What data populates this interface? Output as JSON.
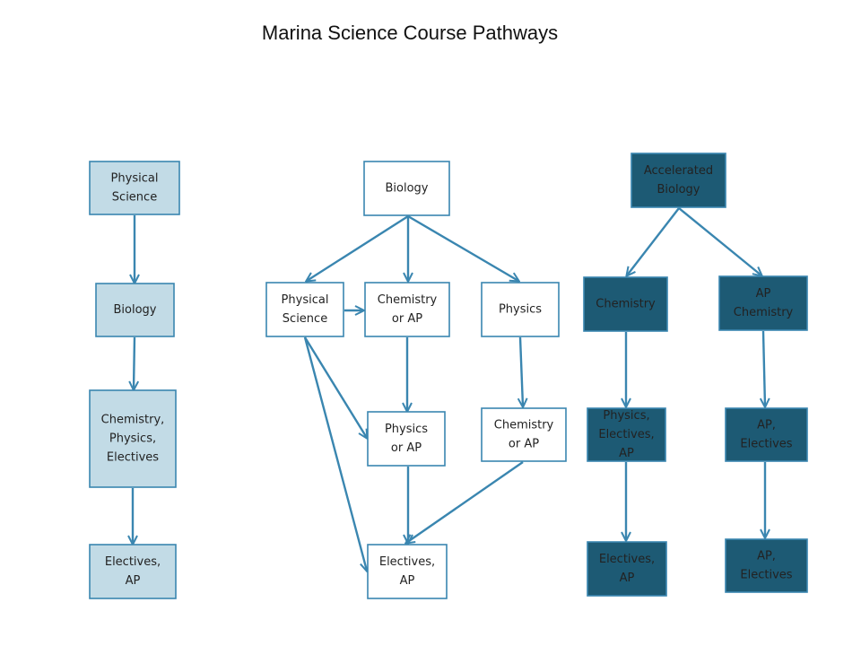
{
  "title": "Marina Science Course Pathways",
  "colors": {
    "arrow": "#3a86b0",
    "light_fill": "#c2dbe6",
    "light_stroke": "#3a86b0",
    "white_fill": "#ffffff",
    "white_stroke": "#3a86b0",
    "dark_fill": "#1d5a74",
    "dark_stroke": "#3a86b0",
    "dark_text": "#222222",
    "light_text": "#222222"
  },
  "pathways": [
    {
      "name": "",
      "nodes": [
        {
          "id": "p1-physical-science",
          "lines": [
            "Physical",
            "Science"
          ],
          "style": "light"
        },
        {
          "id": "p1-biology",
          "lines": [
            "Biology"
          ],
          "style": "light"
        },
        {
          "id": "p1-chem-phys-elect",
          "lines": [
            "Chemistry,",
            "Physics,",
            "Electives"
          ],
          "style": "light"
        },
        {
          "id": "p1-electives-ap",
          "lines": [
            "Electives,",
            "AP"
          ],
          "style": "light"
        }
      ]
    },
    {
      "name": "",
      "nodes": [
        {
          "id": "p2-biology",
          "lines": [
            "Biology"
          ],
          "style": "white"
        },
        {
          "id": "p2-physical-science",
          "lines": [
            "Physical",
            "Science"
          ],
          "style": "white"
        },
        {
          "id": "p2-chem-or-ap",
          "lines": [
            "Chemistry",
            "or AP"
          ],
          "style": "white"
        },
        {
          "id": "p2-physics",
          "lines": [
            "Physics"
          ],
          "style": "white"
        },
        {
          "id": "p2-physics-or-ap",
          "lines": [
            "Physics",
            "or AP"
          ],
          "style": "white"
        },
        {
          "id": "p2-chem-or-ap-2",
          "lines": [
            "Chemistry",
            "or AP"
          ],
          "style": "white"
        },
        {
          "id": "p2-electives-ap",
          "lines": [
            "Electives,",
            "AP"
          ],
          "style": "white"
        }
      ]
    },
    {
      "name": "",
      "nodes": [
        {
          "id": "p3-accel-biology",
          "lines": [
            "Accelerated",
            "Biology"
          ],
          "style": "dark"
        },
        {
          "id": "p3-chemistry",
          "lines": [
            "Chemistry"
          ],
          "style": "dark"
        },
        {
          "id": "p3-ap-chemistry",
          "lines": [
            "AP",
            "Chemistry"
          ],
          "style": "dark"
        },
        {
          "id": "p3-phys-elect-ap",
          "lines": [
            "Physics,",
            "Electives,",
            "AP"
          ],
          "style": "dark"
        },
        {
          "id": "p3-ap-electives",
          "lines": [
            "AP,",
            "Electives"
          ],
          "style": "dark"
        },
        {
          "id": "p3-electives-ap",
          "lines": [
            "Electives,",
            "AP"
          ],
          "style": "dark"
        },
        {
          "id": "p3-ap-electives-2",
          "lines": [
            "AP,",
            "Electives"
          ],
          "style": "dark"
        }
      ]
    }
  ],
  "edges": [
    [
      "p1-physical-science",
      "p1-biology"
    ],
    [
      "p1-biology",
      "p1-chem-phys-elect"
    ],
    [
      "p1-chem-phys-elect",
      "p1-electives-ap"
    ],
    [
      "p2-biology",
      "p2-physical-science"
    ],
    [
      "p2-biology",
      "p2-chem-or-ap"
    ],
    [
      "p2-biology",
      "p2-physics"
    ],
    [
      "p2-physical-science",
      "p2-chem-or-ap"
    ],
    [
      "p2-physical-science",
      "p2-physics-or-ap"
    ],
    [
      "p2-physical-science",
      "p2-electives-ap"
    ],
    [
      "p2-chem-or-ap",
      "p2-physics-or-ap"
    ],
    [
      "p2-physics",
      "p2-chem-or-ap-2"
    ],
    [
      "p2-physics-or-ap",
      "p2-electives-ap"
    ],
    [
      "p2-chem-or-ap-2",
      "p2-electives-ap"
    ],
    [
      "p3-accel-biology",
      "p3-chemistry"
    ],
    [
      "p3-accel-biology",
      "p3-ap-chemistry"
    ],
    [
      "p3-chemistry",
      "p3-phys-elect-ap"
    ],
    [
      "p3-ap-chemistry",
      "p3-ap-electives"
    ],
    [
      "p3-phys-elect-ap",
      "p3-electives-ap"
    ],
    [
      "p3-ap-electives",
      "p3-ap-electives-2"
    ]
  ]
}
